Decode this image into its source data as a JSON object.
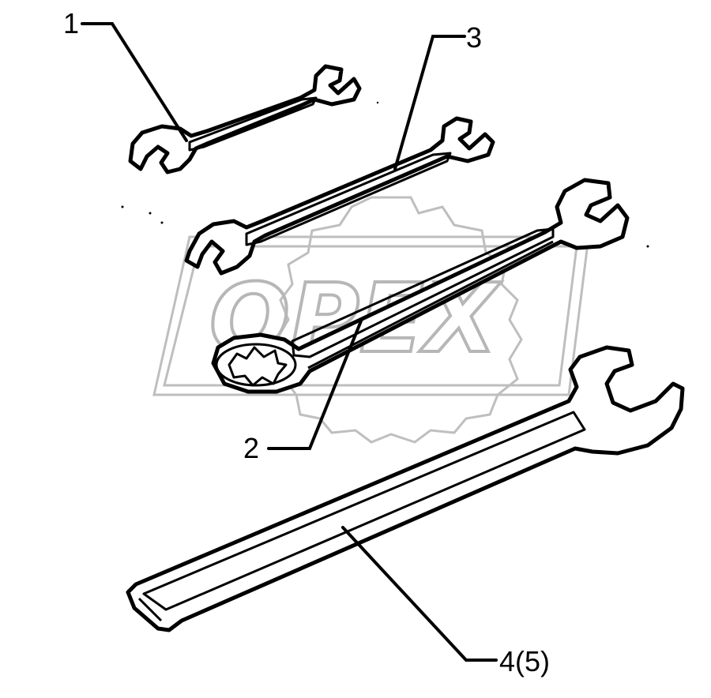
{
  "watermark": {
    "text": "OPEX"
  },
  "callouts": [
    {
      "id": "1",
      "label": "1",
      "part": "small-open-end-wrench"
    },
    {
      "id": "2",
      "label": "2",
      "part": "combination-wrench"
    },
    {
      "id": "3",
      "label": "3",
      "part": "double-open-end-wrench"
    },
    {
      "id": "4",
      "label": "4(5)",
      "part": "large-single-open-end-wrench"
    }
  ],
  "colors": {
    "line": "#000000",
    "watermark": "#b0b0b0",
    "background": "#ffffff"
  }
}
